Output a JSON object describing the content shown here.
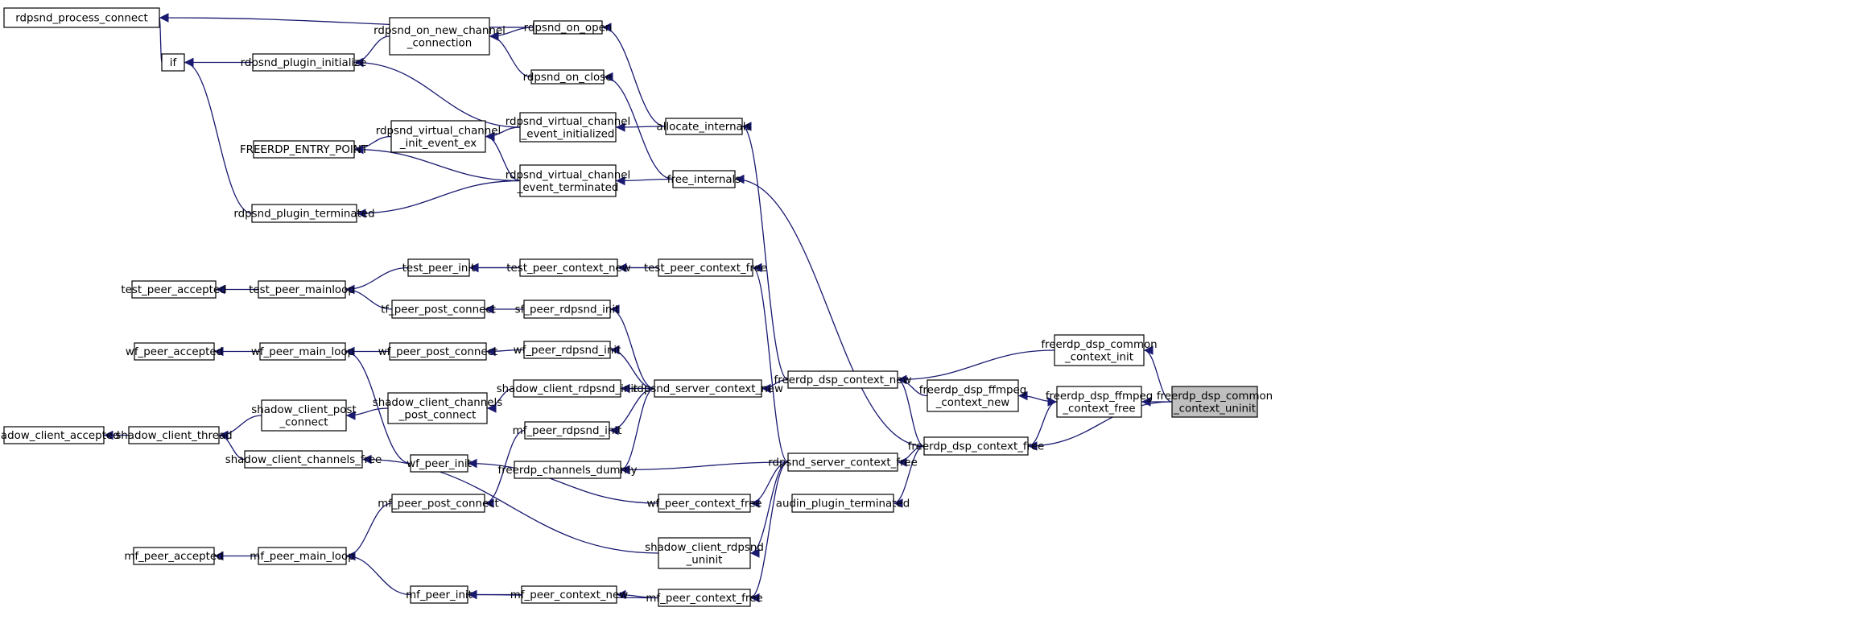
{
  "colors": {
    "edge": "#191970",
    "node_fill": "#ffffff",
    "node_border": "#000000",
    "boundary_border": "#ff0000",
    "focus_fill": "#bfbfbf"
  },
  "nodes": [
    {
      "id": "rdpsnd_process_connect",
      "lines": [
        "rdpsnd_process_connect"
      ],
      "style": "boundary"
    },
    {
      "id": "if",
      "lines": [
        "if"
      ],
      "style": "normal"
    },
    {
      "id": "rdpsnd_plugin_initialize",
      "lines": [
        "rdpsnd_plugin_initialize"
      ],
      "style": "normal"
    },
    {
      "id": "rdpsnd_on_new_channel_connection",
      "lines": [
        "rdpsnd_on_new_channel",
        "_connection"
      ],
      "style": "normal"
    },
    {
      "id": "rdpsnd_on_open",
      "lines": [
        "rdpsnd_on_open"
      ],
      "style": "normal"
    },
    {
      "id": "rdpsnd_on_close",
      "lines": [
        "rdpsnd_on_close"
      ],
      "style": "normal"
    },
    {
      "id": "rdpsnd_virtual_channel_event_initialized",
      "lines": [
        "rdpsnd_virtual_channel",
        "_event_initialized"
      ],
      "style": "normal"
    },
    {
      "id": "allocate_internals",
      "lines": [
        "allocate_internals"
      ],
      "style": "normal"
    },
    {
      "id": "FREERDP_ENTRY_POINT",
      "lines": [
        "FREERDP_ENTRY_POINT"
      ],
      "style": "normal"
    },
    {
      "id": "rdpsnd_virtual_channel_init_event_ex",
      "lines": [
        "rdpsnd_virtual_channel",
        "_init_event_ex"
      ],
      "style": "normal"
    },
    {
      "id": "rdpsnd_virtual_channel_event_terminated",
      "lines": [
        "rdpsnd_virtual_channel",
        "_event_terminated"
      ],
      "style": "normal"
    },
    {
      "id": "free_internals",
      "lines": [
        "free_internals"
      ],
      "style": "normal"
    },
    {
      "id": "rdpsnd_plugin_terminated",
      "lines": [
        "rdpsnd_plugin_terminated"
      ],
      "style": "normal"
    },
    {
      "id": "test_peer_init",
      "lines": [
        "test_peer_init"
      ],
      "style": "normal"
    },
    {
      "id": "test_peer_accepted",
      "lines": [
        "test_peer_accepted"
      ],
      "style": "boundary"
    },
    {
      "id": "test_peer_mainloop",
      "lines": [
        "test_peer_mainloop"
      ],
      "style": "normal"
    },
    {
      "id": "test_peer_context_new",
      "lines": [
        "test_peer_context_new"
      ],
      "style": "normal"
    },
    {
      "id": "test_peer_context_free",
      "lines": [
        "test_peer_context_free"
      ],
      "style": "normal"
    },
    {
      "id": "tf_peer_post_connect",
      "lines": [
        "tf_peer_post_connect"
      ],
      "style": "normal"
    },
    {
      "id": "sf_peer_rdpsnd_init",
      "lines": [
        "sf_peer_rdpsnd_init"
      ],
      "style": "normal"
    },
    {
      "id": "wf_peer_accepted",
      "lines": [
        "wf_peer_accepted"
      ],
      "style": "boundary"
    },
    {
      "id": "wf_peer_main_loop",
      "lines": [
        "wf_peer_main_loop"
      ],
      "style": "normal"
    },
    {
      "id": "wf_peer_post_connect",
      "lines": [
        "wf_peer_post_connect"
      ],
      "style": "normal"
    },
    {
      "id": "wf_peer_rdpsnd_init",
      "lines": [
        "wf_peer_rdpsnd_init"
      ],
      "style": "normal"
    },
    {
      "id": "shadow_client_post_connect",
      "lines": [
        "shadow_client_post",
        "_connect"
      ],
      "style": "normal"
    },
    {
      "id": "shadow_client_channels_post_connect",
      "lines": [
        "shadow_client_channels",
        "_post_connect"
      ],
      "style": "normal"
    },
    {
      "id": "shadow_client_rdpsnd_init",
      "lines": [
        "shadow_client_rdpsnd_init"
      ],
      "style": "normal"
    },
    {
      "id": "rdpsnd_server_context_new",
      "lines": [
        "rdpsnd_server_context_new"
      ],
      "style": "normal"
    },
    {
      "id": "freerdp_dsp_context_new",
      "lines": [
        "freerdp_dsp_context_new"
      ],
      "style": "normal"
    },
    {
      "id": "freerdp_dsp_common_context_init",
      "lines": [
        "freerdp_dsp_common",
        "_context_init"
      ],
      "style": "normal"
    },
    {
      "id": "freerdp_dsp_ffmpeg_context_new",
      "lines": [
        "freerdp_dsp_ffmpeg",
        "_context_new"
      ],
      "style": "normal"
    },
    {
      "id": "freerdp_dsp_ffmpeg_context_free",
      "lines": [
        "freerdp_dsp_ffmpeg",
        "_context_free"
      ],
      "style": "normal"
    },
    {
      "id": "freerdp_dsp_common_context_uninit",
      "lines": [
        "freerdp_dsp_common",
        "_context_uninit"
      ],
      "style": "focus"
    },
    {
      "id": "shadow_client_accepted",
      "lines": [
        "shadow_client_accepted"
      ],
      "style": "boundary"
    },
    {
      "id": "shadow_client_thread",
      "lines": [
        "shadow_client_thread"
      ],
      "style": "normal"
    },
    {
      "id": "mf_peer_rdpsnd_init",
      "lines": [
        "mf_peer_rdpsnd_init"
      ],
      "style": "normal"
    },
    {
      "id": "wf_peer_init",
      "lines": [
        "wf_peer_init"
      ],
      "style": "normal"
    },
    {
      "id": "shadow_client_channels_free",
      "lines": [
        "shadow_client_channels_free"
      ],
      "style": "normal"
    },
    {
      "id": "freerdp_channels_dummy",
      "lines": [
        "freerdp_channels_dummy"
      ],
      "style": "normal"
    },
    {
      "id": "rdpsnd_server_context_free",
      "lines": [
        "rdpsnd_server_context_free"
      ],
      "style": "normal"
    },
    {
      "id": "freerdp_dsp_context_free",
      "lines": [
        "freerdp_dsp_context_free"
      ],
      "style": "normal"
    },
    {
      "id": "mf_peer_post_connect",
      "lines": [
        "mf_peer_post_connect"
      ],
      "style": "normal"
    },
    {
      "id": "wf_peer_context_free",
      "lines": [
        "wf_peer_context_free"
      ],
      "style": "normal"
    },
    {
      "id": "audin_plugin_terminated",
      "lines": [
        "audin_plugin_terminated"
      ],
      "style": "normal"
    },
    {
      "id": "mf_peer_accepted",
      "lines": [
        "mf_peer_accepted"
      ],
      "style": "boundary"
    },
    {
      "id": "mf_peer_main_loop",
      "lines": [
        "mf_peer_main_loop"
      ],
      "style": "normal"
    },
    {
      "id": "shadow_client_rdpsnd_uninit",
      "lines": [
        "shadow_client_rdpsnd",
        "_uninit"
      ],
      "style": "normal"
    },
    {
      "id": "mf_peer_init",
      "lines": [
        "mf_peer_init"
      ],
      "style": "normal"
    },
    {
      "id": "mf_peer_context_new",
      "lines": [
        "mf_peer_context_new"
      ],
      "style": "normal"
    },
    {
      "id": "mf_peer_context_free",
      "lines": [
        "mf_peer_context_free"
      ],
      "style": "normal"
    }
  ],
  "edges": [
    {
      "from": "if",
      "to": "rdpsnd_process_connect"
    },
    {
      "from": "rdpsnd_on_open",
      "to": "rdpsnd_process_connect"
    },
    {
      "from": "rdpsnd_plugin_initialize",
      "to": "if"
    },
    {
      "from": "rdpsnd_plugin_terminated",
      "to": "if"
    },
    {
      "from": "rdpsnd_on_new_channel_connection",
      "to": "rdpsnd_plugin_initialize"
    },
    {
      "from": "rdpsnd_virtual_channel_event_initialized",
      "to": "rdpsnd_plugin_initialize"
    },
    {
      "from": "rdpsnd_on_open",
      "to": "rdpsnd_on_new_channel_connection"
    },
    {
      "from": "rdpsnd_on_close",
      "to": "rdpsnd_on_new_channel_connection"
    },
    {
      "from": "allocate_internals",
      "to": "rdpsnd_on_open"
    },
    {
      "from": "free_internals",
      "to": "rdpsnd_on_close"
    },
    {
      "from": "allocate_internals",
      "to": "rdpsnd_virtual_channel_event_initialized"
    },
    {
      "from": "rdpsnd_virtual_channel_event_initialized",
      "to": "rdpsnd_virtual_channel_init_event_ex"
    },
    {
      "from": "rdpsnd_virtual_channel_event_terminated",
      "to": "rdpsnd_virtual_channel_init_event_ex"
    },
    {
      "from": "rdpsnd_virtual_channel_init_event_ex",
      "to": "FREERDP_ENTRY_POINT"
    },
    {
      "from": "rdpsnd_virtual_channel_event_terminated",
      "to": "FREERDP_ENTRY_POINT"
    },
    {
      "from": "rdpsnd_virtual_channel_event_terminated",
      "to": "rdpsnd_plugin_terminated"
    },
    {
      "from": "free_internals",
      "to": "rdpsnd_virtual_channel_event_terminated"
    },
    {
      "from": "freerdp_dsp_context_new",
      "to": "allocate_internals"
    },
    {
      "from": "freerdp_dsp_context_free",
      "to": "free_internals"
    },
    {
      "from": "test_peer_init",
      "to": "test_peer_mainloop"
    },
    {
      "from": "tf_peer_post_connect",
      "to": "test_peer_mainloop"
    },
    {
      "from": "test_peer_mainloop",
      "to": "test_peer_accepted"
    },
    {
      "from": "test_peer_context_new",
      "to": "test_peer_init"
    },
    {
      "from": "test_peer_context_free",
      "to": "test_peer_init"
    },
    {
      "from": "test_peer_context_free",
      "to": "test_peer_context_new"
    },
    {
      "from": "rdpsnd_server_context_free",
      "to": "test_peer_context_free"
    },
    {
      "from": "sf_peer_rdpsnd_init",
      "to": "tf_peer_post_connect"
    },
    {
      "from": "rdpsnd_server_context_new",
      "to": "sf_peer_rdpsnd_init"
    },
    {
      "from": "wf_peer_main_loop",
      "to": "wf_peer_accepted"
    },
    {
      "from": "wf_peer_post_connect",
      "to": "wf_peer_main_loop"
    },
    {
      "from": "wf_peer_init",
      "to": "wf_peer_main_loop"
    },
    {
      "from": "wf_peer_rdpsnd_init",
      "to": "wf_peer_post_connect"
    },
    {
      "from": "rdpsnd_server_context_new",
      "to": "wf_peer_rdpsnd_init"
    },
    {
      "from": "shadow_client_channels_post_connect",
      "to": "shadow_client_post_connect"
    },
    {
      "from": "shadow_client_rdpsnd_init",
      "to": "shadow_client_channels_post_connect"
    },
    {
      "from": "rdpsnd_server_context_new",
      "to": "shadow_client_rdpsnd_init"
    },
    {
      "from": "freerdp_dsp_context_new",
      "to": "rdpsnd_server_context_new"
    },
    {
      "from": "rdpsnd_server_context_new",
      "to": "mf_peer_rdpsnd_init"
    },
    {
      "from": "rdpsnd_server_context_new",
      "to": "freerdp_channels_dummy"
    },
    {
      "from": "freerdp_dsp_common_context_init",
      "to": "freerdp_dsp_context_new"
    },
    {
      "from": "freerdp_dsp_ffmpeg_context_new",
      "to": "freerdp_dsp_context_new"
    },
    {
      "from": "freerdp_dsp_common_context_uninit",
      "to": "freerdp_dsp_common_context_init"
    },
    {
      "from": "freerdp_dsp_ffmpeg_context_free",
      "to": "freerdp_dsp_ffmpeg_context_new"
    },
    {
      "from": "freerdp_dsp_common_context_uninit",
      "to": "freerdp_dsp_ffmpeg_context_free"
    },
    {
      "from": "freerdp_dsp_common_context_uninit",
      "to": "freerdp_dsp_context_free"
    },
    {
      "from": "freerdp_dsp_context_free",
      "to": "freerdp_dsp_ffmpeg_context_free"
    },
    {
      "from": "freerdp_dsp_context_free",
      "to": "rdpsnd_server_context_free"
    },
    {
      "from": "freerdp_dsp_context_free",
      "to": "freerdp_dsp_context_new"
    },
    {
      "from": "freerdp_dsp_context_free",
      "to": "audin_plugin_terminated"
    },
    {
      "from": "shadow_client_thread",
      "to": "shadow_client_accepted"
    },
    {
      "from": "shadow_client_post_connect",
      "to": "shadow_client_thread"
    },
    {
      "from": "shadow_client_channels_free",
      "to": "shadow_client_thread"
    },
    {
      "from": "mf_peer_rdpsnd_init",
      "to": "mf_peer_post_connect"
    },
    {
      "from": "wf_peer_context_free",
      "to": "wf_peer_init"
    },
    {
      "from": "shadow_client_rdpsnd_uninit",
      "to": "shadow_client_channels_free"
    },
    {
      "from": "rdpsnd_server_context_free",
      "to": "freerdp_channels_dummy"
    },
    {
      "from": "rdpsnd_server_context_free",
      "to": "wf_peer_context_free"
    },
    {
      "from": "rdpsnd_server_context_free",
      "to": "shadow_client_rdpsnd_uninit"
    },
    {
      "from": "rdpsnd_server_context_free",
      "to": "mf_peer_context_free"
    },
    {
      "from": "mf_peer_post_connect",
      "to": "mf_peer_main_loop"
    },
    {
      "from": "mf_peer_init",
      "to": "mf_peer_main_loop"
    },
    {
      "from": "mf_peer_main_loop",
      "to": "mf_peer_accepted"
    },
    {
      "from": "mf_peer_context_new",
      "to": "mf_peer_init"
    },
    {
      "from": "mf_peer_context_free",
      "to": "mf_peer_init"
    },
    {
      "from": "mf_peer_context_free",
      "to": "mf_peer_context_new"
    }
  ]
}
